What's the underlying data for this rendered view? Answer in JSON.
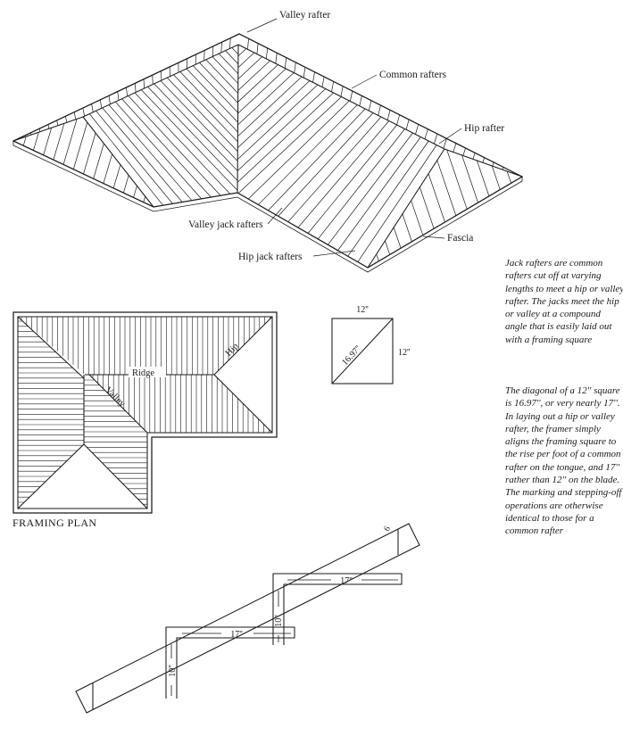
{
  "iso": {
    "labels": {
      "valley_rafter": "Valley rafter",
      "common_rafters": "Common rafters",
      "hip_rafter": "Hip rafter",
      "valley_jack_rafters": "Valley jack rafters",
      "hip_jack_rafters": "Hip jack rafters",
      "fascia": "Fascia"
    }
  },
  "plan": {
    "title": "FRAMING PLAN",
    "labels": {
      "ridge": "Ridge",
      "hip": "Hip",
      "valley": "Valley"
    }
  },
  "square_diagram": {
    "top_side": "12''",
    "right_side": "12''",
    "diagonal": "16.97''"
  },
  "stepoff": {
    "blade_upper": "17''",
    "tongue_upper": "10''",
    "blade_lower": "17''",
    "tongue_lower": "10''",
    "rise_mark": "6"
  },
  "notes": {
    "jack_rafters": "Jack rafters are common rafters cut off at varying lengths to meet a hip or valley rafter. The jacks meet the hip or valley at a compound angle that is easily laid out with a framing square",
    "diagonal_note": "The diagonal of a 12'' square is 16.97'', or very nearly 17''. In laying out a hip or valley rafter, the framer simply aligns the framing square to the rise per foot of a common rafter on the tongue, and 17'' rather than 12'' on the blade. The marking and stepping-off operations are otherwise identical to those for a common rafter"
  },
  "colors": {
    "ink": "#1a1a1a",
    "paper": "#ffffff"
  }
}
